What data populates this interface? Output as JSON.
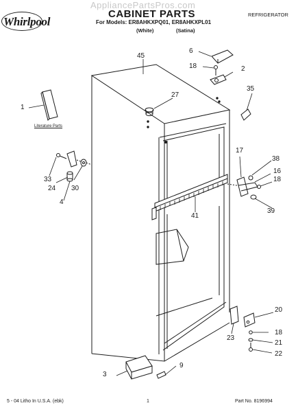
{
  "header": {
    "brand": "Whirlpool",
    "watermark": "AppliancePartsPros.com",
    "title": "CABINET PARTS",
    "models_line": "For Models: ER8AHKXPQ01, ER8AHKXPL01",
    "color_white": "(White)",
    "color_satina": "(Satina)",
    "category": "REFRIGERATOR"
  },
  "literature_label": "Literature Parts",
  "callouts": [
    "1",
    "2",
    "3",
    "4",
    "6",
    "9",
    "16",
    "17",
    "18",
    "18",
    "18",
    "20",
    "21",
    "22",
    "23",
    "24",
    "27",
    "30",
    "33",
    "35",
    "38",
    "39",
    "41",
    "45"
  ],
  "footer": {
    "left": "5 - 04 Litho In U.S.A. (ebk)",
    "center": "1",
    "right": "Part No. 8196994"
  },
  "colors": {
    "line": "#1a1a1a",
    "watermark": "#c8c8c8"
  }
}
